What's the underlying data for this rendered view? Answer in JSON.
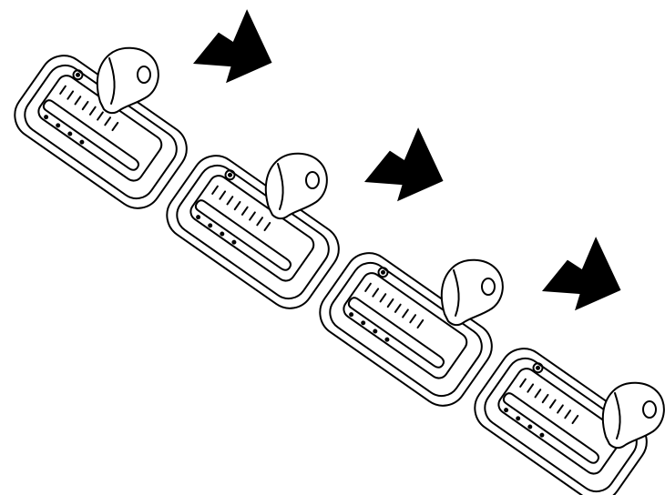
{
  "figure": {
    "description_text": "",
    "steps": [
      {
        "id": "step-1",
        "lever_progress": 0.0
      },
      {
        "id": "step-2",
        "lever_progress": 0.33
      },
      {
        "id": "step-3",
        "lever_progress": 0.66
      },
      {
        "id": "step-4",
        "lever_progress": 1.0
      }
    ],
    "colors": {
      "ink": "#000000",
      "paper": "#ffffff"
    }
  }
}
